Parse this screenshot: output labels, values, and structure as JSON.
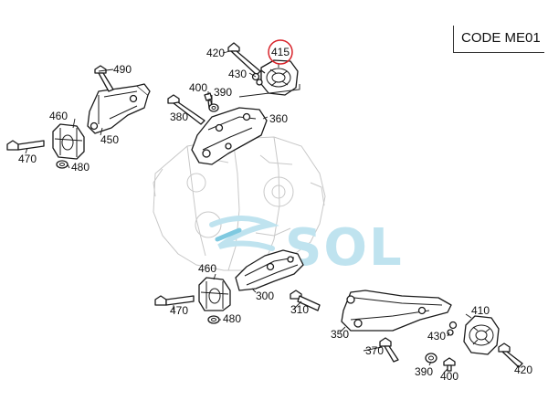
{
  "code_label": "CODE ME01",
  "watermark": {
    "text": "SOL",
    "color": "#bfe3ef",
    "accent": "#7fc9e0"
  },
  "highlight_color": "#d8232a",
  "callouts": {
    "c415": "415",
    "c420_top": "420",
    "c430_top": "430",
    "c490": "490",
    "c400_top": "400",
    "c390_top": "390",
    "c380": "380",
    "c360": "360",
    "c460_top": "460",
    "c450": "450",
    "c470_top": "470",
    "c480_top": "480",
    "c460_bottom": "460",
    "c300": "300",
    "c470_bottom": "470",
    "c480_bottom": "480",
    "c310": "310",
    "c410": "410",
    "c430_bottom": "430",
    "c350": "350",
    "c370": "370",
    "c390_bottom": "390",
    "c400_bottom": "400",
    "c420_bottom": "420"
  }
}
